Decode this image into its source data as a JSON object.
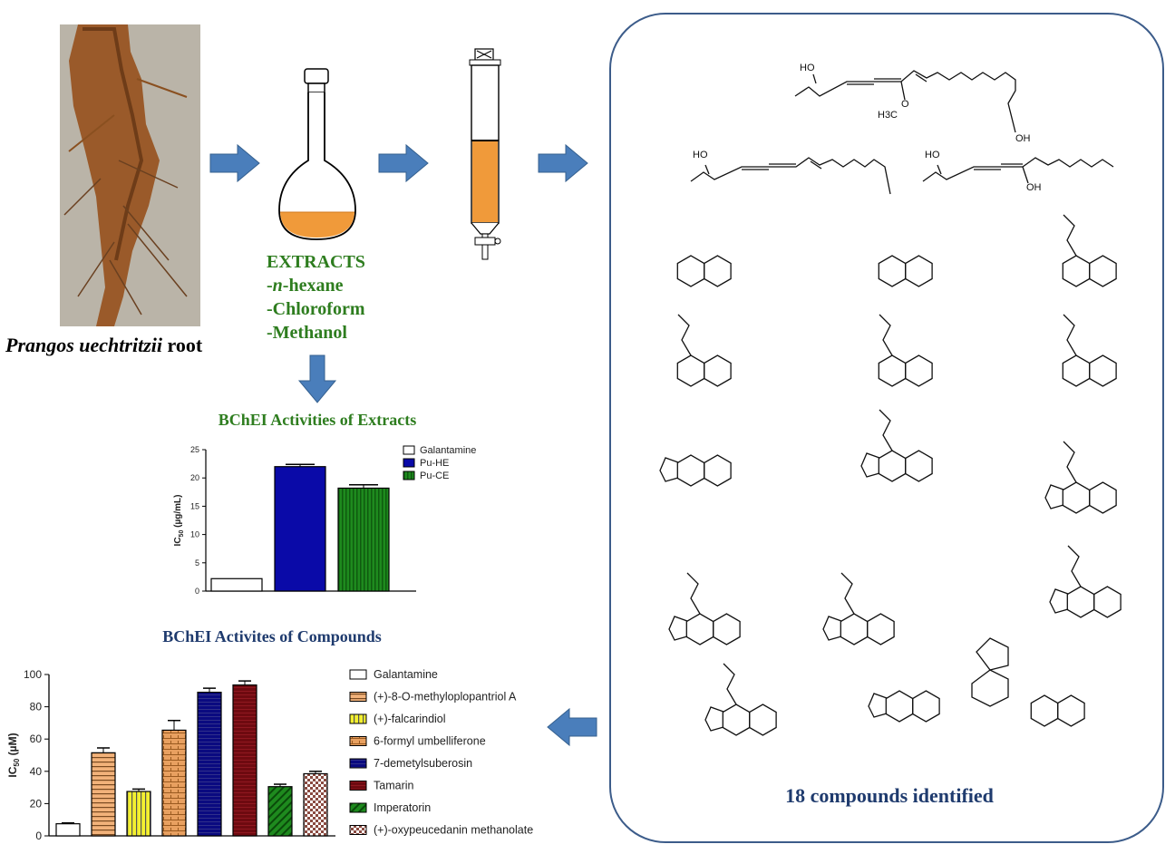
{
  "source": {
    "caption_italic": "Prangos uechtritzii",
    "caption_plain": " root"
  },
  "extracts": {
    "title": "EXTRACTS",
    "items": [
      "-n-hexane",
      "-Chloroform",
      "-Methanol"
    ]
  },
  "extracts_chart_title": "BChEI Activities of Extracts",
  "compounds_chart_title": "BChEI Activites of Compounds",
  "compounds_label": "18 compounds identified",
  "structure_labels": {
    "s1_ho": "HO",
    "s1_h3co": "H3C",
    "s1_o": "O",
    "s1_oh": "OH",
    "s2_ho": "HO",
    "s3_ho": "HO",
    "s3_oh": "OH",
    "c_ho": "HO",
    "c_o": "O",
    "c_oh": "OH"
  },
  "chart_data": [
    {
      "type": "bar",
      "title": "",
      "ylabel": "IC50 (µg/mL)",
      "ylim": [
        0,
        25
      ],
      "yticks": [
        0,
        5,
        10,
        15,
        20,
        25
      ],
      "categories": [
        "Galantamine",
        "Pu-HE",
        "Pu-CE"
      ],
      "values": [
        2.2,
        22.0,
        18.2
      ],
      "errors": [
        0,
        0.4,
        0.6
      ],
      "colors": [
        "#ffffff",
        "#0a0aa8",
        "#1e8a1e"
      ],
      "legend_position": "top-right"
    },
    {
      "type": "bar",
      "title": "",
      "ylabel": "IC50 (µM)",
      "ylim": [
        0,
        100
      ],
      "yticks": [
        0,
        20,
        40,
        60,
        80,
        100
      ],
      "categories": [
        "Galantamine",
        "(+)-8-O-methyloplopantriol A",
        "(+)-falcarindiol",
        "6-formyl umbelliferone",
        "7-demetylsuberosin",
        "Tamarin",
        "Imperatorin",
        "(+)-oxypeucedanin methanolate"
      ],
      "values": [
        7.5,
        51.5,
        27.5,
        65.5,
        89.0,
        93.5,
        30.5,
        38.5
      ],
      "errors": [
        0.5,
        3,
        1.5,
        6,
        2.5,
        2.5,
        1.5,
        1.5
      ],
      "colors": [
        "#ffffff",
        "#f2b27a",
        "#f3f030",
        "#e8a060",
        "#0a0a80",
        "#6e0a10",
        "#1e8a1e",
        "#d9a6a0"
      ],
      "legend_position": "right"
    }
  ]
}
